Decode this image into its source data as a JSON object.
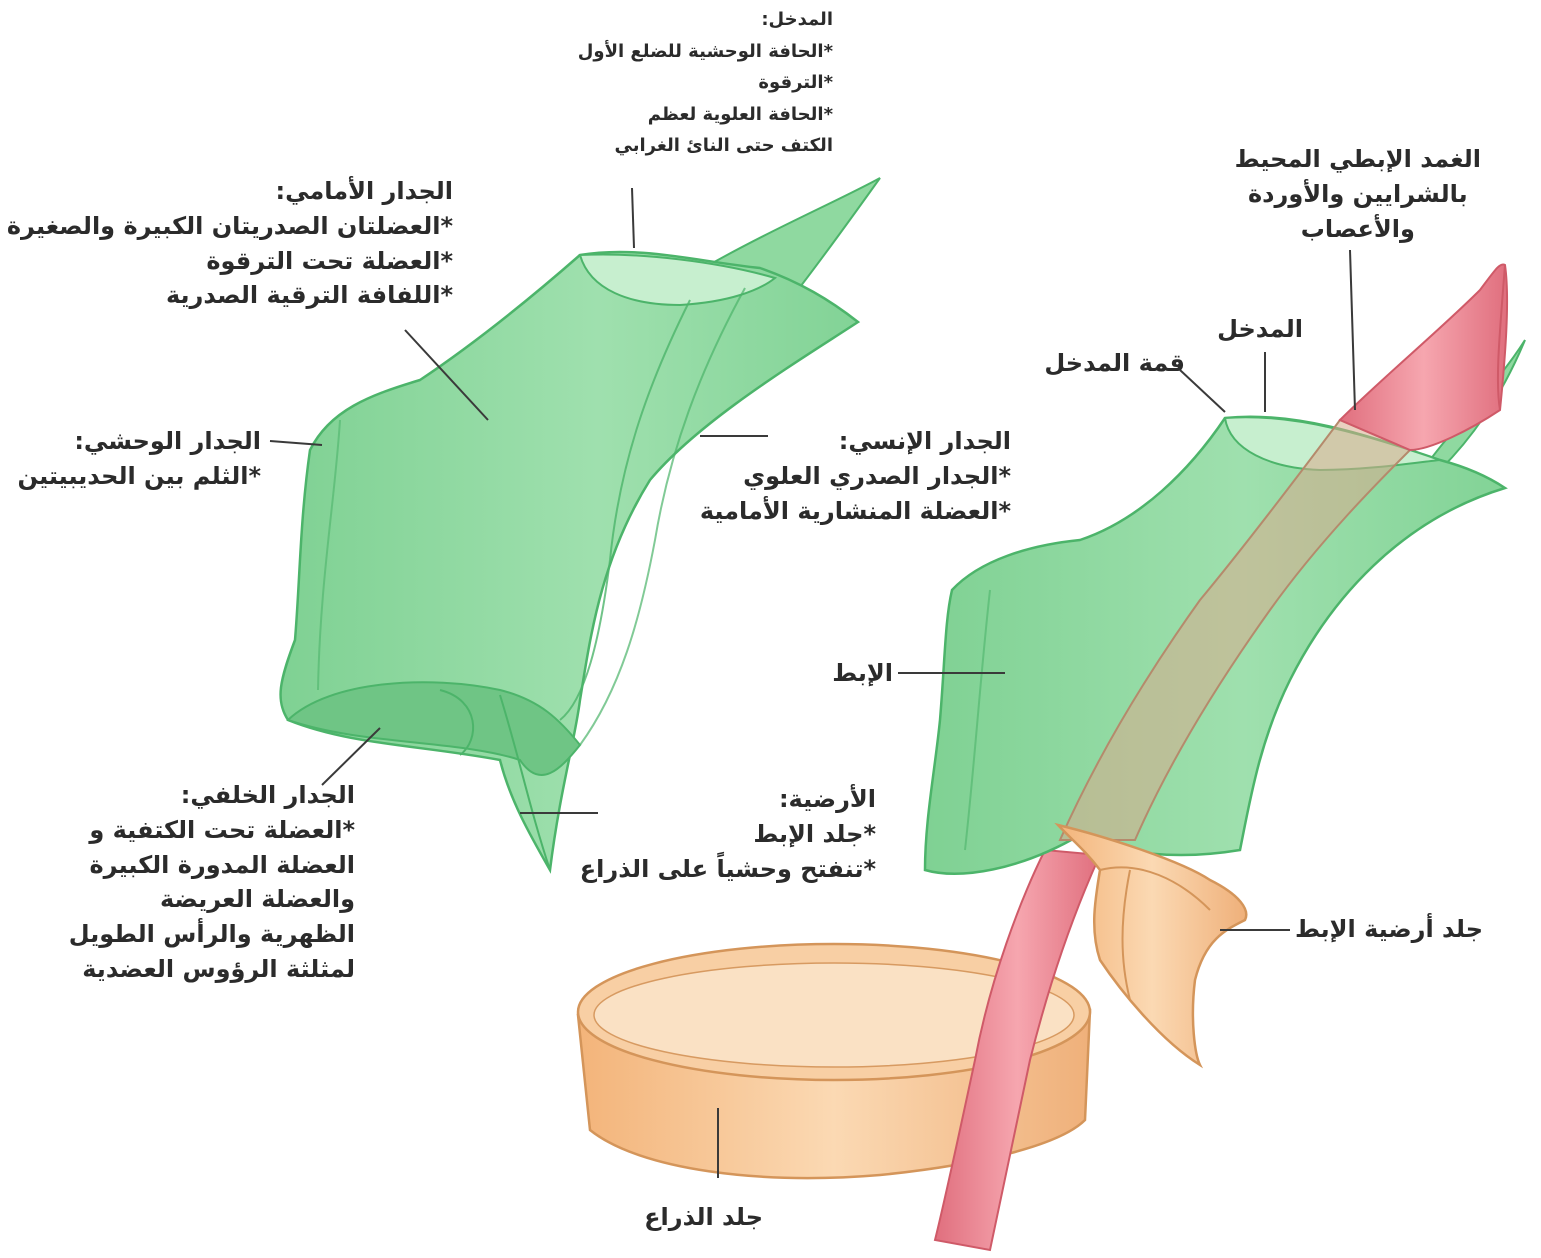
{
  "colors": {
    "green_fill": "#8fd9a0",
    "green_light": "#c7efcf",
    "green_stroke": "#4cb46a",
    "pink_fill": "#ef8c98",
    "pink_stroke": "#cf5a68",
    "orange_fill": "#f5c493",
    "orange_stroke": "#d4955a",
    "line": "#3a3a3a",
    "text": "#2b2b2b"
  },
  "labels": {
    "inlet_detail": [
      "المدخل:",
      "*الحافة الوحشية للضلع الأول",
      "*الترقوة",
      "*الحافة العلوية لعظم",
      "الكتف حتى النائ الغرابي"
    ],
    "anterior_wall": [
      "الجدار الأمامي:",
      "*العضلتان الصدريتان الكبيرة والصغيرة",
      "*العضلة تحت الترقوة",
      "*اللفافة الترقية الصدرية"
    ],
    "lateral_wall": [
      "الجدار الوحشي:",
      "*الثلم بين الحديبيتين"
    ],
    "medial_wall": [
      "الجدار الإنسي:",
      "*الجدار الصدري العلوي",
      "*العضلة المنشارية الأمامية"
    ],
    "posterior_wall": [
      "الجدار الخلفي:",
      "*العضلة تحت الكتفية و",
      "العضلة المدورة الكبيرة",
      "والعضلة العريضة",
      "الظهرية والرأس الطويل",
      "لمثلثة الرؤوس العضدية"
    ],
    "floor": [
      "الأرضية:",
      "*جلد الإبط",
      "*تنفتح وحشياً على الذراع"
    ],
    "sheath": [
      "الغمد الإبطي المحيط",
      "بالشرايين والأوردة",
      "والأعصاب"
    ],
    "inlet": "المدخل",
    "inlet_apex": "قمة المدخل",
    "axilla": "الإبط",
    "floor_skin": "جلد أرضية الإبط",
    "arm_skin": "جلد الذراع"
  }
}
